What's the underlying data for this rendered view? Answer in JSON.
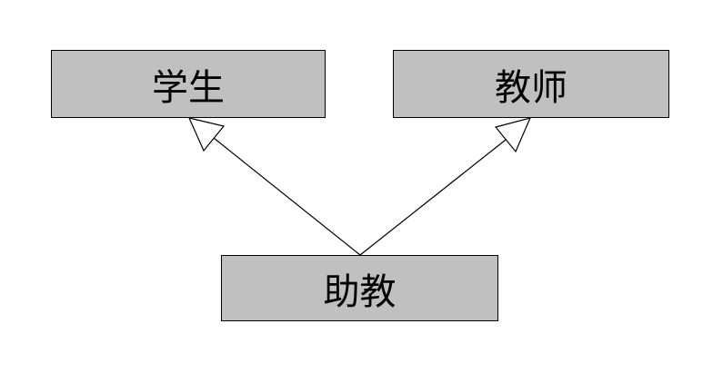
{
  "nodes": {
    "student": {
      "label": "学生"
    },
    "teacher": {
      "label": "教师"
    },
    "ta": {
      "label": "助教"
    }
  },
  "edges": [
    {
      "from": "ta",
      "to": "student",
      "type": "inheritance"
    },
    {
      "from": "ta",
      "to": "teacher",
      "type": "inheritance"
    }
  ],
  "colors": {
    "box_fill": "#c0c0c0",
    "box_border": "#000000",
    "line": "#000000",
    "arrowhead_fill": "#ffffff"
  }
}
